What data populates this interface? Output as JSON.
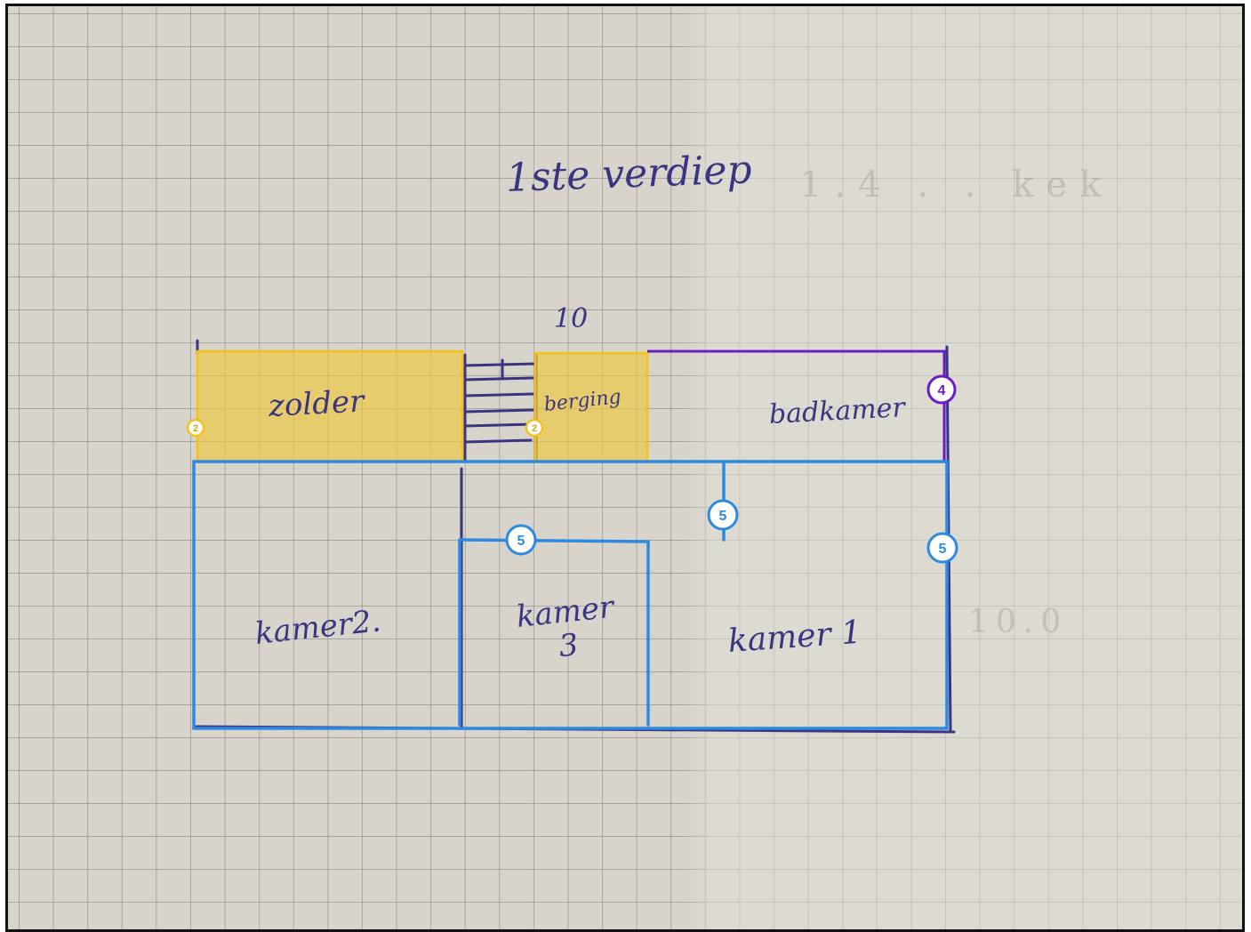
{
  "title": "1ste verdiep",
  "dimension": "10",
  "rooms": {
    "zolder": "zolder",
    "berging": "berging",
    "badkamer": "badkamer",
    "kamer2": "kamer2.",
    "kamer3_line1": "kamer",
    "kamer3_line2": "3",
    "kamer1": "kamer 1"
  },
  "ghost_texts": [
    "1.4 . . kek",
    "10.0"
  ],
  "badges": {
    "zolder": "2",
    "berging": "2",
    "badkamer": "4",
    "corridor": "5",
    "kamer3": "5",
    "right_wall": "5"
  },
  "colors": {
    "ink": "#3a3580",
    "yellow": "#f2c21b",
    "yellow_fill": "#e9c75a",
    "purple": "#6a1fc4",
    "blue": "#2c8ae0"
  }
}
